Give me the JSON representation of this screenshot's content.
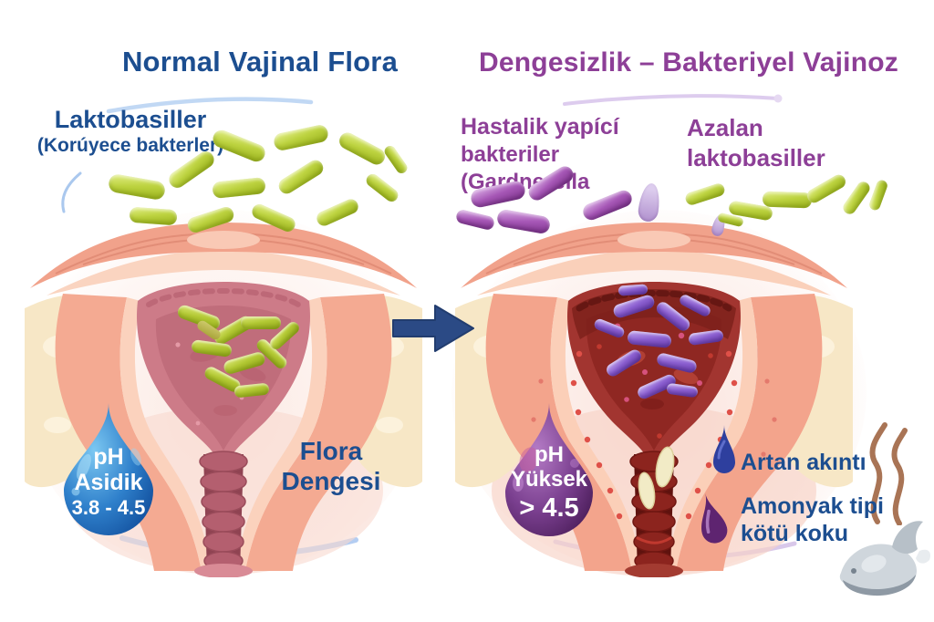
{
  "left_panel": {
    "title": "Normal Vajinal Flora",
    "bacteria_label": "Laktobasiller",
    "bacteria_sublabel": "(Korúyece bakterler)",
    "ph_drop": {
      "line1": "pH",
      "line2": "Asidik",
      "line3": "3.8 - 4.5"
    },
    "balance_line1": "Flora",
    "balance_line2": "Dengesi"
  },
  "right_panel": {
    "title": "Dengesizlik – Bakteriyel Vajinoz",
    "pathogen_line1": "Hastalik yapící",
    "pathogen_line2": "bakteriler (Gardnerella",
    "decreased_line1": "Azalan",
    "decreased_line2": "laktobasiller",
    "ph_drop": {
      "line1": "pH",
      "line2": "Yüksek",
      "line3": "> 4.5"
    },
    "symptom_discharge": "Artan akıntı",
    "symptom_odor_line1": "Amonyak tipi",
    "symptom_odor_line2": "kötü koku"
  },
  "icons": {
    "arrow": "transition-arrow-icon",
    "ph_drop_left": "ph-drop-blue-icon",
    "ph_drop_right": "ph-drop-purple-icon",
    "discharge": "discharge-drop-icon",
    "odor_drop": "odor-drop-icon",
    "odor_waves": "odor-waves-icon",
    "dead_fish": "dead-fish-icon",
    "lactobacilli": "lactobacillus-rod-icon",
    "pathogens": "gardnerella-rod-icon"
  },
  "colors": {
    "title-blue": "#1c4e90",
    "title-purple": "#8d3f97",
    "text-blue": "#1c4e90",
    "arrow-navy": "#2b4a85",
    "green-bacteria": "#b7cf3a",
    "purple-bacteria": "#a657b6",
    "violet-bacteria": "#8b5fd0",
    "drop-blue": "#1a63b5",
    "drop-purple": "#6b2d7b",
    "smell-brown": "#a97455"
  }
}
